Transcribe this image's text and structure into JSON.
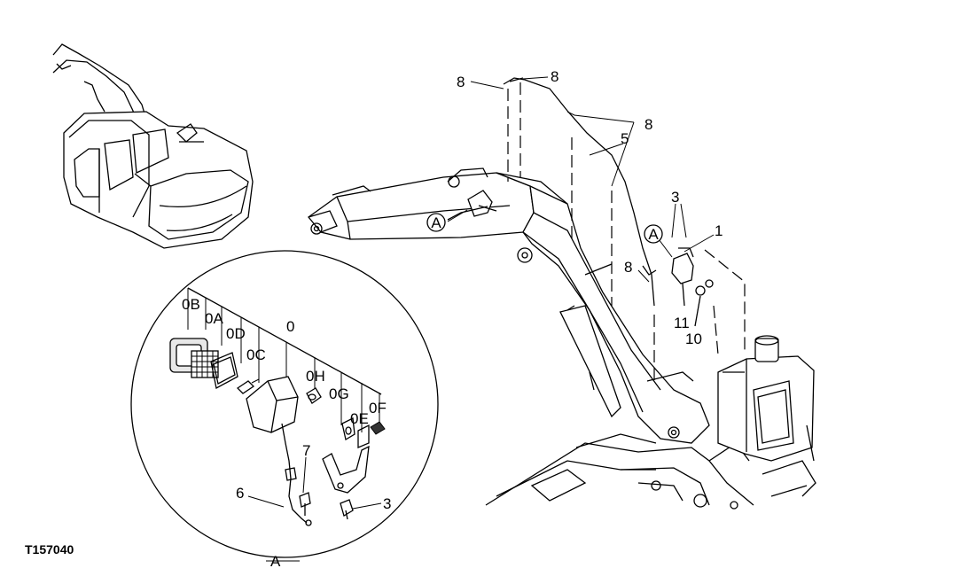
{
  "figure_id": "T157040",
  "detail_label": "A",
  "callouts": {
    "c1": "1",
    "c3_top": "3",
    "c3_detail": "3",
    "c5": "5",
    "c6": "6",
    "c7": "7",
    "c8_a": "8",
    "c8_b": "8",
    "c8_c": "8",
    "c8_d": "8",
    "c10": "10",
    "c11": "11",
    "c0": "0",
    "c0A": "0A",
    "c0B": "0B",
    "c0C": "0C",
    "c0D": "0D",
    "c0E": "0E",
    "c0F": "0F",
    "c0G": "0G",
    "c0H": "0H",
    "circleA_boom": "A",
    "circleA_cab": "A"
  }
}
